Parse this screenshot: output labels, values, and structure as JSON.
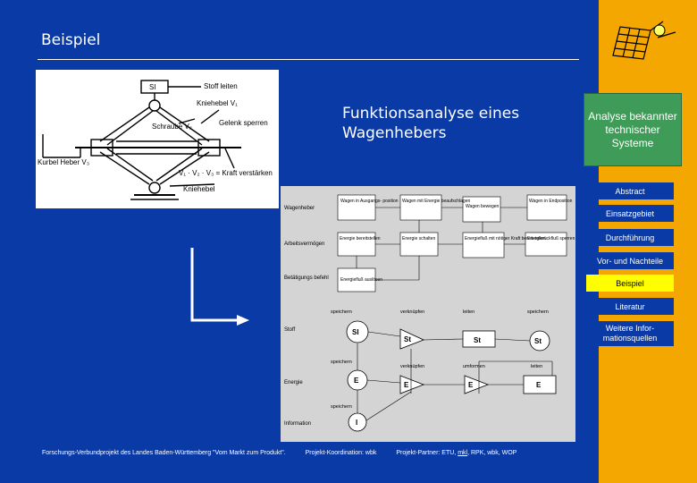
{
  "header": {
    "title": "Beispiel"
  },
  "figure": {
    "labels": {
      "si": "SI",
      "stoff_leiten": "Stoff leiten",
      "kniehebel_v1": "Kniehebel V₁",
      "schraube": "Schraube V₂",
      "gelenk": "Gelenk sperren",
      "kurbel": "Kurbel Heber V₃",
      "kraft": "V₁ · V₂ · V₃ = Kraft verstärken",
      "kniehebel": "Kniehebel"
    }
  },
  "function_title": "Funktionsanalyse eines Wagenhebers",
  "diagram": {
    "rows": {
      "wagenheber": "Wagenheber",
      "arbeitsvermoegen": "Arbeitsvermögen",
      "betaetigung": "Betätigungs befehl",
      "stoff": "Stoff",
      "energie": "Energie",
      "information": "Information"
    },
    "boxes": {
      "b1": "Wagen in Ausgangs- position",
      "b2": "Wagen mit Energie beaufschlagen",
      "b3": "Wagen bewegen",
      "b4": "Wagen in Endposition",
      "b5": "Energie bereitstellen",
      "b6": "Energie schalten",
      "b7": "Energiefluß mit nötiger Kraft bereitstellen",
      "b8": "Energierückfluß sperren",
      "b9": "Energiefluß auslösen"
    },
    "col_labels": {
      "speichern": "speichern",
      "verknuepfen": "verknüpfen",
      "leiten": "leiten",
      "umformen": "umformen"
    },
    "symbols": {
      "si": "SI",
      "st": "St",
      "e": "E",
      "i": "I"
    }
  },
  "sidebar": {
    "analyse": "Analyse bekannter technischer Systeme",
    "nav": [
      {
        "label": "Abstract"
      },
      {
        "label": "Einsatzgebiet"
      },
      {
        "label": "Durchführung"
      },
      {
        "label": "Vor- und Nachteile"
      },
      {
        "label": "Beispiel"
      },
      {
        "label": "Literatur"
      },
      {
        "label": "Weitere Infor- mationsquellen"
      }
    ]
  },
  "footer": {
    "f1": "Forschungs-Verbundprojekt des Landes Baden-Württemberg \"Vom Markt zum Produkt\".",
    "f2": "Projekt-Koordination: wbk",
    "f3a": "Projekt-Partner: ETU, ",
    "f3b": "mkl",
    "f3c": ", RPK, wbk, WOP"
  },
  "colors": {
    "background": "#0a3aa6",
    "sidebar": "#f4a700",
    "analyse": "#3f9b58",
    "active": "#ffff00"
  }
}
